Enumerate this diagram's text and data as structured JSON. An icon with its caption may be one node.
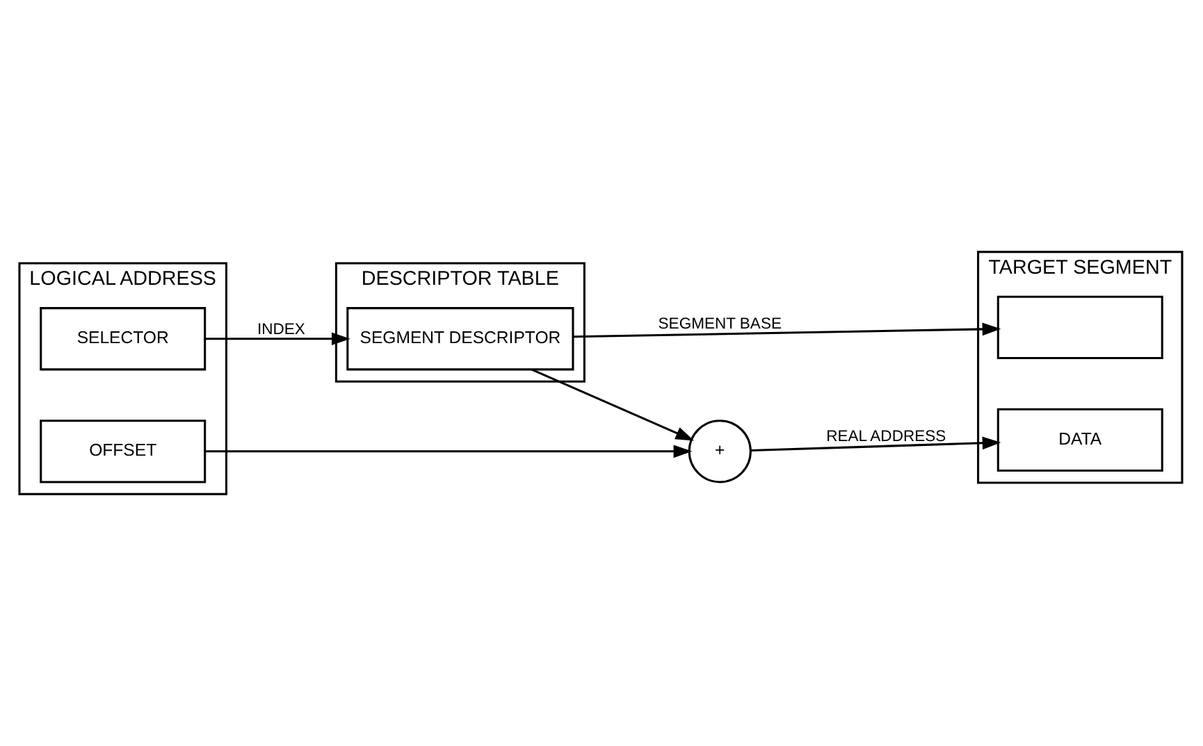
{
  "diagram": {
    "nodes": [
      {
        "text": [
          "LOGICAL ADDRESS"
        ]
      },
      {
        "text": [
          "SELECTOR"
        ],
        "in": 0
      },
      {
        "text": [
          "OFFSET"
        ],
        "in": 0
      },
      {
        "text": [
          "DESCRIPTOR TABLE"
        ]
      },
      {
        "text": [
          "SEGMENT DESCRIPTOR"
        ],
        "in": 3
      },
      {
        "text": [
          "+"
        ]
      },
      {
        "text": [
          "TARGET SEGMENT"
        ]
      },
      {
        "text": [
          "DATA"
        ],
        "in": 6
      },
      {
        "text": [],
        "shape": "box",
        "in": 6
      }
    ],
    "edges": [
      {
        "from": 1,
        "to": 4,
        "arrow": "to",
        "label": "INDEX"
      },
      {
        "from": 2,
        "to": 5,
        "arrow": "to"
      },
      {
        "from": 4,
        "to": 5,
        "arrow": "to"
      },
      {
        "from": 5,
        "to": 7,
        "arrow": "to",
        "label": "REAL ADDRESS"
      },
      {
        "from": 4,
        "to": 8,
        "arrow": "to",
        "label": "SEGMENT BASE"
      }
    ]
  }
}
